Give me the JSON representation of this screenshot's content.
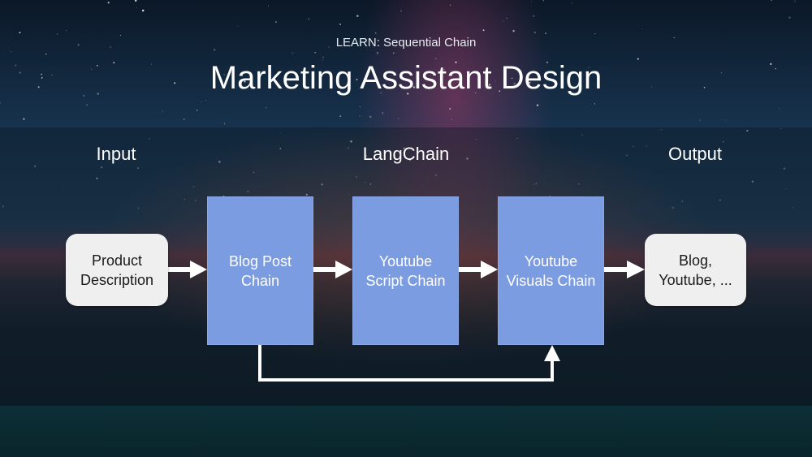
{
  "header": {
    "subtitle": "LEARN: Sequential Chain",
    "title": "Marketing Assistant Design"
  },
  "sections": {
    "input": "Input",
    "langchain": "LangChain",
    "output": "Output"
  },
  "nodes": {
    "input": {
      "line1": "Product",
      "line2": "Description"
    },
    "blog_post_chain": {
      "line1": "Blog Post",
      "line2": "Chain"
    },
    "youtube_script_chain": {
      "line1": "Youtube",
      "line2": "Script Chain"
    },
    "youtube_visuals_chain": {
      "line1": "Youtube",
      "line2": "Visuals Chain"
    },
    "output": {
      "line1": "Blog,",
      "line2": "Youtube, ..."
    }
  },
  "edges": [
    {
      "from": "input",
      "to": "blog_post_chain"
    },
    {
      "from": "blog_post_chain",
      "to": "youtube_script_chain"
    },
    {
      "from": "youtube_script_chain",
      "to": "youtube_visuals_chain"
    },
    {
      "from": "youtube_visuals_chain",
      "to": "output"
    },
    {
      "from": "blog_post_chain",
      "to": "youtube_visuals_chain"
    }
  ],
  "colors": {
    "chain_box": "#7b9ce0",
    "io_box": "#efefef",
    "arrow": "#ffffff"
  }
}
